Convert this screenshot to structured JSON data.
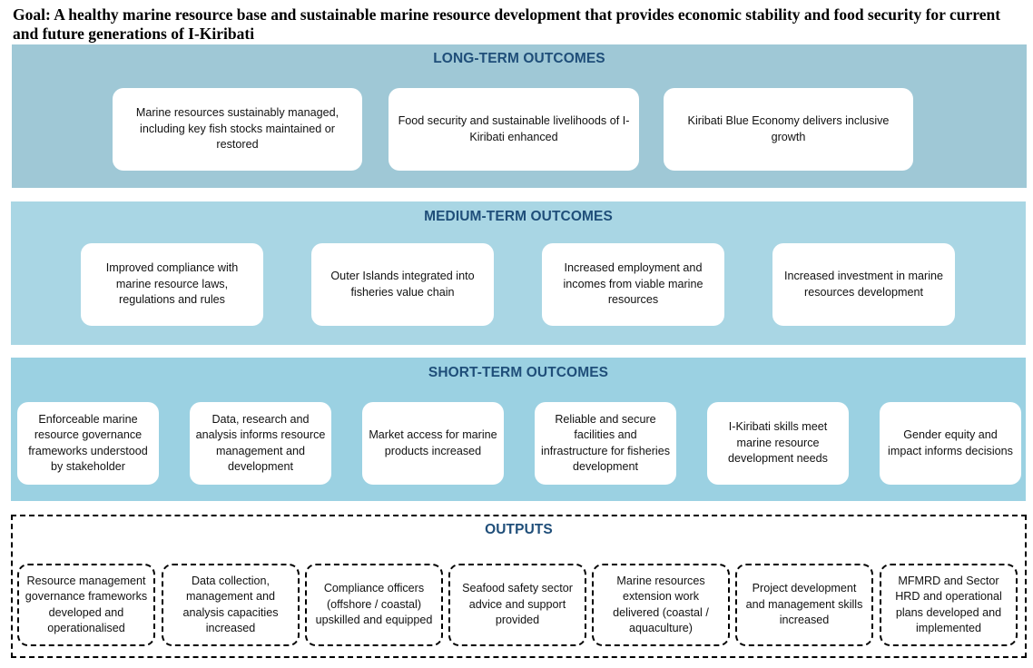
{
  "goal": "Goal: A healthy marine resource base and sustainable marine resource development that provides economic stability and food security for current and future generations of I-Kiribati",
  "long_term": {
    "title": "LONG-TERM OUTCOMES",
    "items": [
      "Marine resources sustainably managed, including key fish stocks maintained or restored",
      "Food security and sustainable livelihoods of I-Kiribati enhanced",
      "Kiribati Blue Economy delivers inclusive growth"
    ]
  },
  "medium_term": {
    "title": "MEDIUM-TERM OUTCOMES",
    "items": [
      "Improved compliance with marine resource laws, regulations and rules",
      "Outer Islands integrated into fisheries value chain",
      "Increased employment and incomes from viable marine resources",
      "Increased investment in marine resources development"
    ]
  },
  "short_term": {
    "title": "SHORT-TERM OUTCOMES",
    "items": [
      "Enforceable marine resource governance frameworks understood by stakeholder",
      "Data, research and analysis informs resource management and development",
      "Market access for marine products increased",
      "Reliable and secure facilities and infrastructure for fisheries development",
      "I-Kiribati skills meet marine resource development needs",
      "Gender equity and impact informs decisions"
    ]
  },
  "outputs": {
    "title": "OUTPUTS",
    "items": [
      "Resource management governance frameworks developed and operationalised",
      "Data collection, management and analysis capacities increased",
      "Compliance officers (offshore / coastal) upskilled and equipped",
      "Seafood safety sector advice and support provided",
      "Marine resources extension work delivered (coastal / aquaculture)",
      "Project development and management skills increased",
      "MFMRD and Sector HRD and operational plans developed and implemented"
    ]
  },
  "colors": {
    "title_text": "#1f4e79",
    "long_band": "#9fc8d6",
    "medium_band": "#a9d6e4",
    "short_band": "#9bd1e2"
  }
}
